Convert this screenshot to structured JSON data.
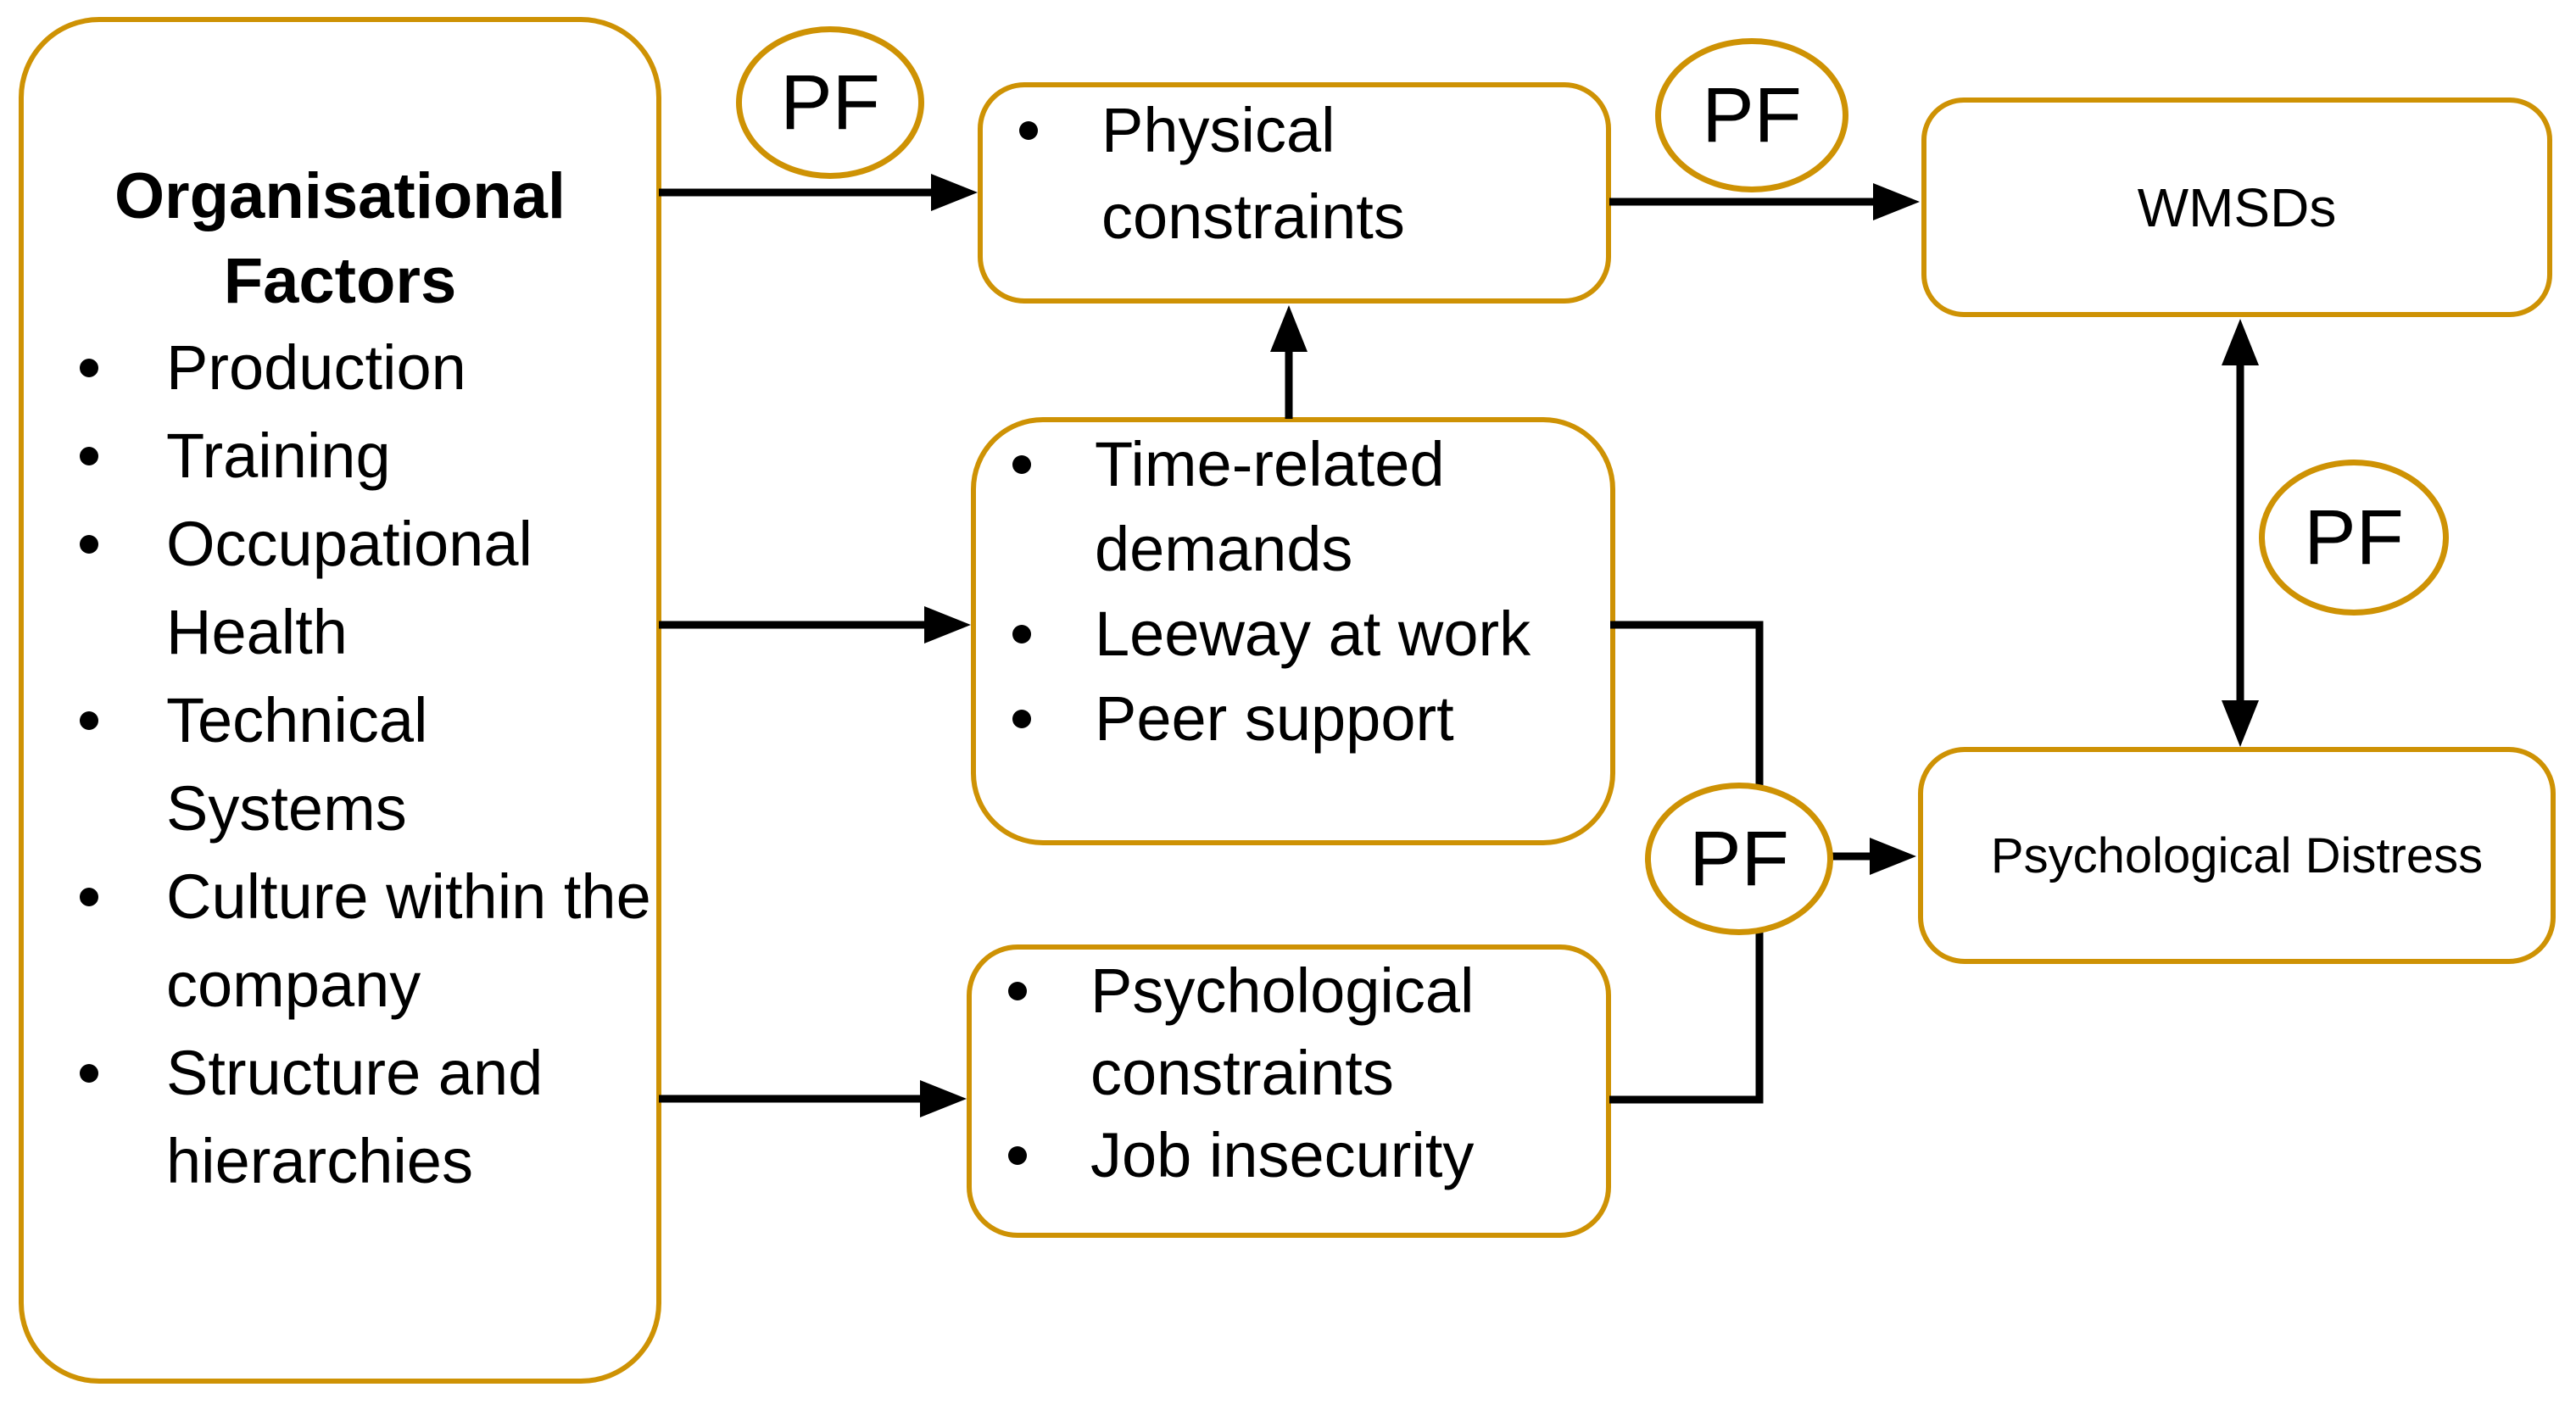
{
  "colors": {
    "accent_gold": "#CE9204",
    "line_black": "#000000",
    "background": "#FFFFFF",
    "text": "#000000"
  },
  "org_box": {
    "title": "Organisational Factors",
    "items": [
      "Production",
      "Training",
      "Occupational Health",
      "Technical Systems",
      "Culture within the company",
      "Structure and hierarchies"
    ]
  },
  "physical_box": {
    "items": [
      "Physical constraints"
    ]
  },
  "time_box": {
    "items": [
      "Time-related demands",
      "Leeway at work",
      "Peer support"
    ]
  },
  "psychological_box": {
    "items": [
      "Psychological constraints",
      "Job insecurity"
    ]
  },
  "wmsds_box": {
    "label": "WMSDs"
  },
  "distress_box": {
    "label": "Psychological Distress"
  },
  "pf_circles": {
    "top_left": "PF",
    "top_right": "PF",
    "middle": "PF",
    "right": "PF"
  }
}
